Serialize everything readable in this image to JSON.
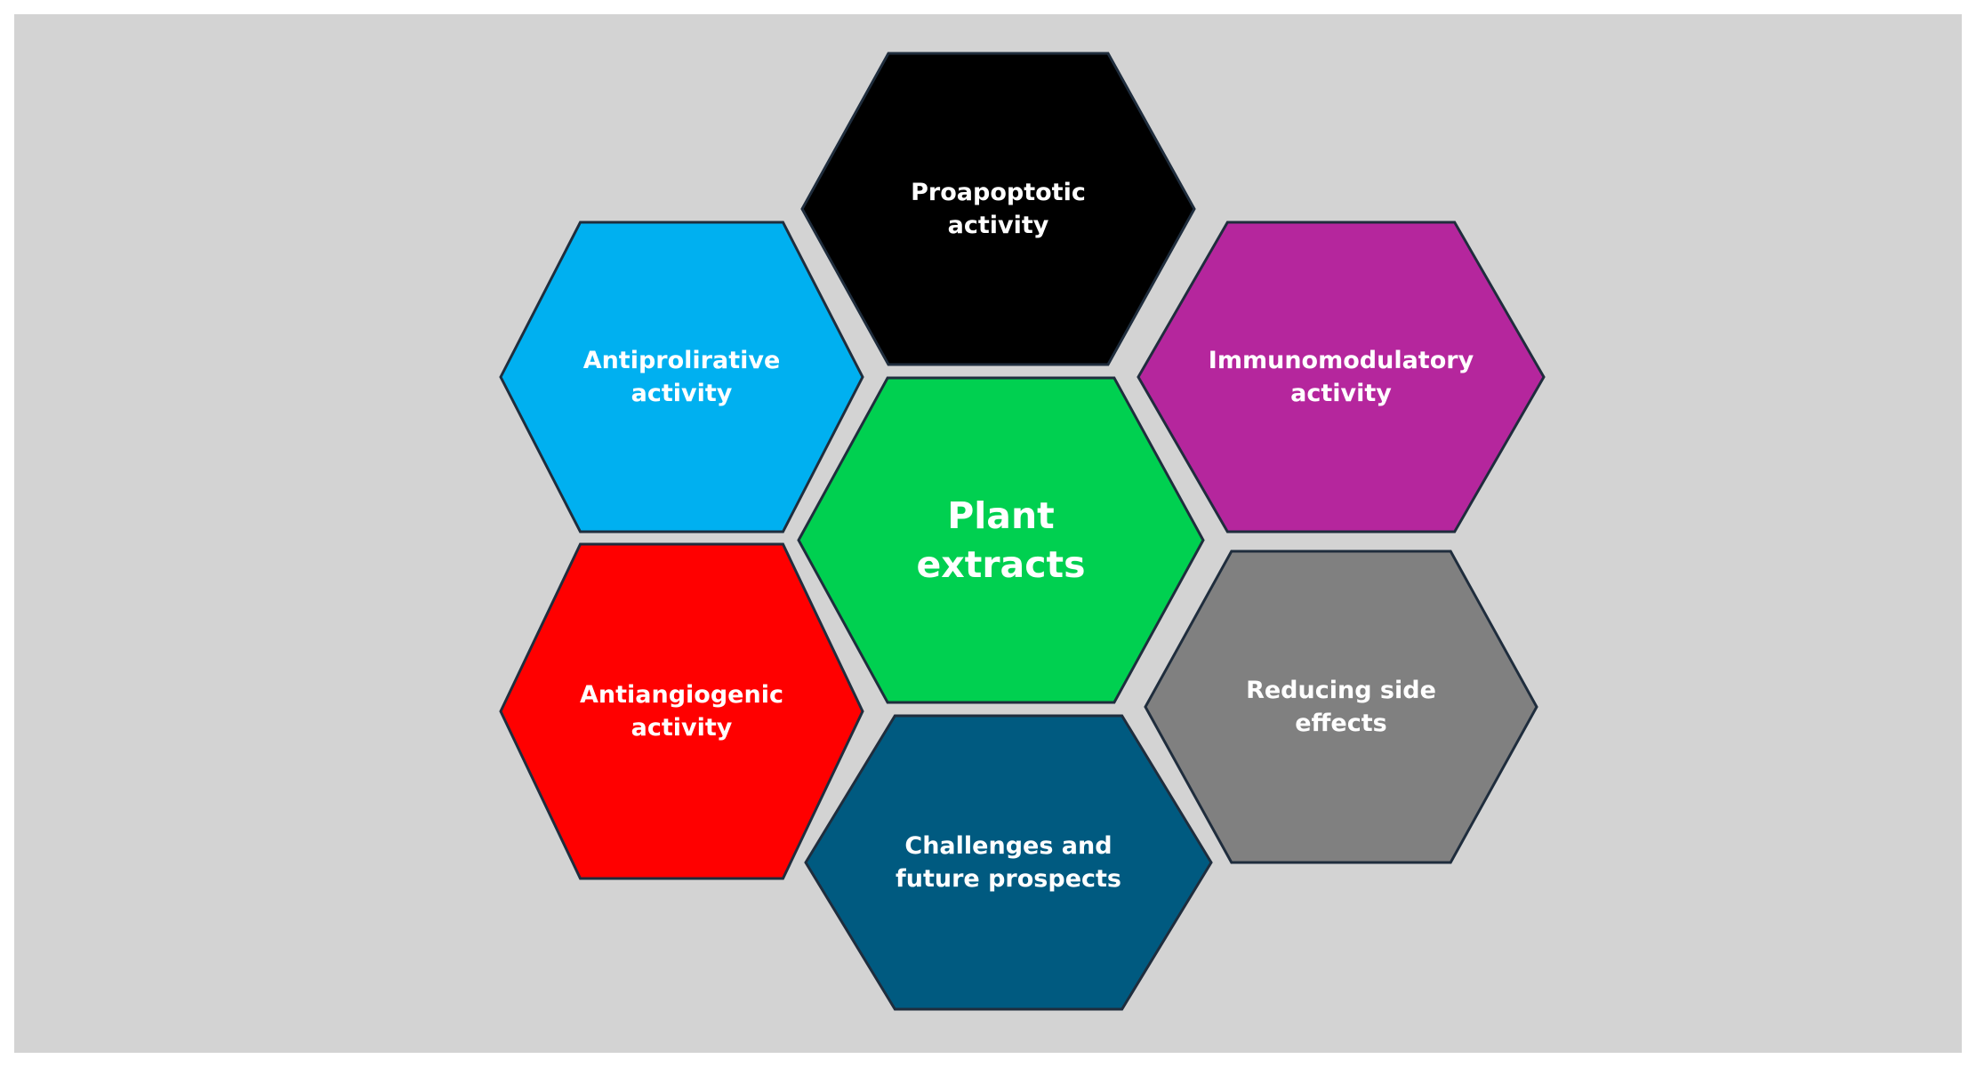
{
  "diagram": {
    "background_color": "#d3d3d3",
    "hexagons": [
      {
        "id": "proapoptotic",
        "label": "Proapoptotic\nactivity",
        "color": "#000000"
      },
      {
        "id": "antiprolirative",
        "label": "Antiprolirative\nactivity",
        "color": "#00b0f0"
      },
      {
        "id": "immunomodulatory",
        "label": "Immunomodulatory\nactivity",
        "color": "#b5269d"
      },
      {
        "id": "plant-extracts",
        "label": "Plant\nextracts",
        "color": "#00d050"
      },
      {
        "id": "antiangiogenic",
        "label": "Antiangiogenic\nactivity",
        "color": "#ff0000"
      },
      {
        "id": "reducing-side-effects",
        "label": "Reducing side\neffects",
        "color": "#808080"
      },
      {
        "id": "challenges",
        "label": "Challenges and\nfuture prospects",
        "color": "#005a80"
      }
    ]
  }
}
